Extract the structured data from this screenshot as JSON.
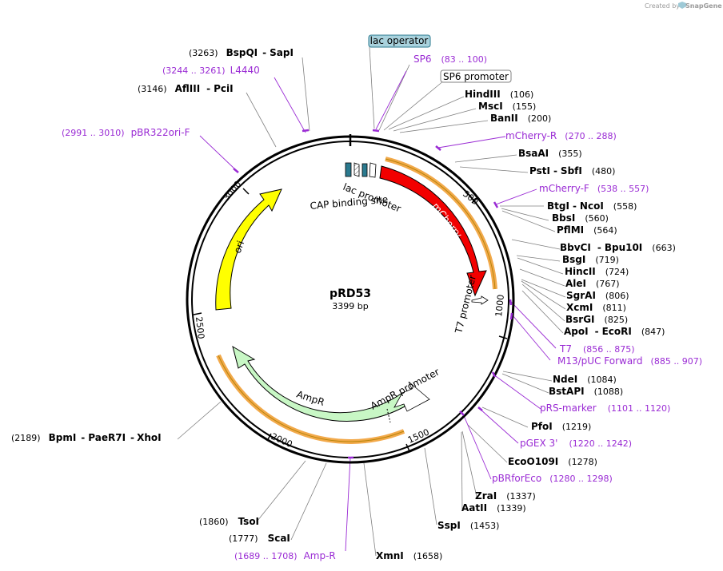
{
  "watermark": {
    "prefix": "Created by",
    "brand": "SnapGene"
  },
  "plasmid": {
    "name": "pRD53",
    "length": "3399 bp"
  },
  "ticks": [
    "500",
    "1000",
    "1500",
    "2000",
    "2500",
    "3000"
  ],
  "features": {
    "lac_operator": "lac operator",
    "sp6_promoter": "SP6 promoter",
    "lac_promoter": "lac promoter",
    "cap_site": "CAP binding site",
    "mcherry": "mCherry",
    "t7_promoter": "T7 promoter",
    "ori": "ori",
    "ampr": "AmpR",
    "ampr_promoter": "AmpR promoter"
  },
  "sites": [
    {
      "name": "BspQI",
      "sep": "-",
      "name2": "SapI",
      "pos": "(3263)"
    },
    {
      "name": "AflIII",
      "sep": "-",
      "name2": "PciI",
      "pos": "(3146)"
    },
    {
      "name": "HindIII",
      "pos": "(106)"
    },
    {
      "name": "MscI",
      "pos": "(155)"
    },
    {
      "name": "BanII",
      "pos": "(200)"
    },
    {
      "name": "BsaAI",
      "pos": "(355)"
    },
    {
      "name": "PstI",
      "sep": "-",
      "name2": "SbfI",
      "pos": "(480)"
    },
    {
      "name": "BtgI",
      "sep": "-",
      "name2": "NcoI",
      "pos": "(558)"
    },
    {
      "name": "BbsI",
      "pos": "(560)"
    },
    {
      "name": "PflMI",
      "pos": "(564)"
    },
    {
      "name": "BbvCI",
      "sep": "-",
      "name2": "Bpu10I",
      "pos": "(663)"
    },
    {
      "name": "BsgI",
      "pos": "(719)"
    },
    {
      "name": "HincII",
      "pos": "(724)"
    },
    {
      "name": "AleI",
      "pos": "(767)"
    },
    {
      "name": "SgrAI",
      "pos": "(806)"
    },
    {
      "name": "XcmI",
      "pos": "(811)"
    },
    {
      "name": "BsrGI",
      "pos": "(825)"
    },
    {
      "name": "ApoI",
      "sep": "-",
      "name2": "EcoRI",
      "pos": "(847)"
    },
    {
      "name": "NdeI",
      "pos": "(1084)"
    },
    {
      "name": "BstAPI",
      "pos": "(1088)"
    },
    {
      "name": "PfoI",
      "pos": "(1219)"
    },
    {
      "name": "EcoO109I",
      "pos": "(1278)"
    },
    {
      "name": "ZraI",
      "pos": "(1337)"
    },
    {
      "name": "AatII",
      "pos": "(1339)"
    },
    {
      "name": "SspI",
      "pos": "(1453)"
    },
    {
      "name": "XmnI",
      "pos": "(1658)"
    },
    {
      "name": "ScaI",
      "pos": "(1777)"
    },
    {
      "name": "TsoI",
      "pos": "(1860)"
    },
    {
      "name": "BpmI",
      "sep": "-",
      "name2": "PaeR7I",
      "sep2": "-",
      "name3": "XhoI",
      "pos": "(2189)"
    }
  ],
  "primers": [
    {
      "name": "SP6",
      "range": "(83 .. 100)"
    },
    {
      "name": "L4440",
      "range": "(3244 .. 3261)"
    },
    {
      "name": "pBR322ori-F",
      "range": "(2991 .. 3010)"
    },
    {
      "name": "mCherry-R",
      "range": "(270 .. 288)"
    },
    {
      "name": "mCherry-F",
      "range": "(538 .. 557)"
    },
    {
      "name": "T7",
      "range": "(856 .. 875)"
    },
    {
      "name": "M13/pUC Forward",
      "range": "(885 .. 907)"
    },
    {
      "name": "pRS-marker",
      "range": "(1101 .. 1120)"
    },
    {
      "name": "pGEX 3'",
      "range": "(1220 .. 1242)"
    },
    {
      "name": "pBRforEco",
      "range": "(1280 .. 1298)"
    },
    {
      "name": "Amp-R",
      "range": "(1689 .. 1708)"
    }
  ],
  "colors": {
    "backbone": "#000000",
    "mcherry": "#f20000",
    "ori": "#ffff00",
    "ampr": "#c8f7c5",
    "highlight": "#f2a94a",
    "primer": "#9a2bd4",
    "operator": "#7db6c6",
    "operator_box": "#2b7a8f",
    "leader": "#808080"
  }
}
